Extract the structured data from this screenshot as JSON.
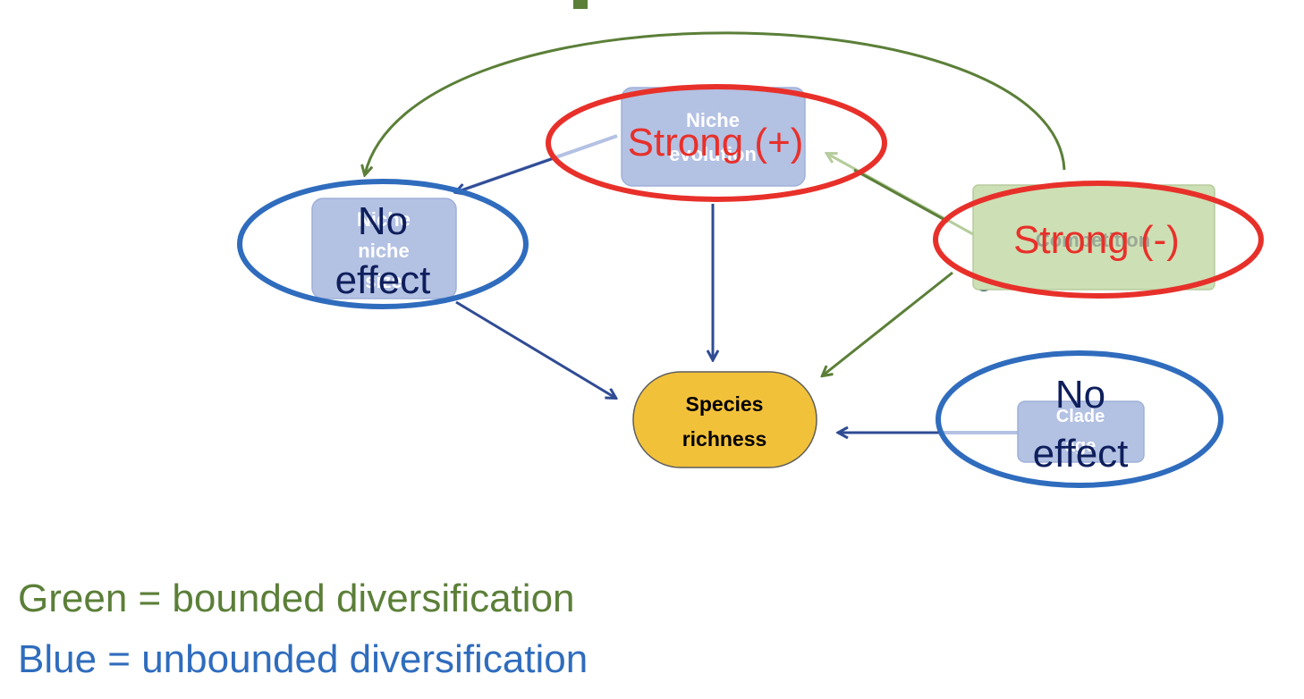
{
  "nodes": {
    "niche_evolution": [
      "Niche",
      "evolution"
    ],
    "niche_left": [
      "Niche",
      "niche",
      "size"
    ],
    "competition": "Competition",
    "species_richness": [
      "Species",
      "richness"
    ],
    "clade": [
      "Clade",
      "age"
    ]
  },
  "annotations": {
    "strong_positive": "Strong (+)",
    "strong_negative": "Strong (-)",
    "no_effect_left": [
      "No",
      "effect"
    ],
    "no_effect_right": [
      "No",
      "effect"
    ]
  },
  "legend": {
    "green": "Green = bounded diversification",
    "blue": "Blue = unbounded diversification"
  },
  "colors": {
    "green": "#5b7f38",
    "blue": "#2f6cbd",
    "navy_arrow": "#2f4b94",
    "red": "#e8302a",
    "node_blue": "#b3c1e3",
    "node_green": "#cddfb4",
    "richness": "#f2c13a"
  }
}
